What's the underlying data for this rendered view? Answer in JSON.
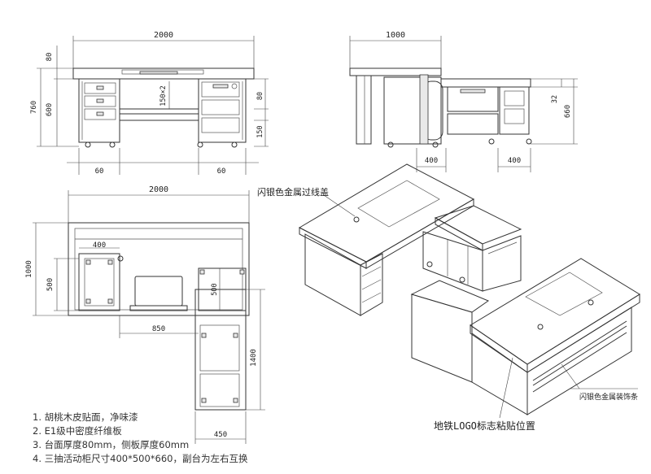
{
  "dimensions": {
    "front_width": "2000",
    "front_height_total": "760",
    "front_top_thickness": "80",
    "front_body": "600",
    "front_drawer": "150×2",
    "front_right_80": "80",
    "front_right_150": "150",
    "front_leg_left": "60",
    "front_leg_right": "60",
    "side_width": "1000",
    "side_32": "32",
    "side_660": "660",
    "side_400a": "400",
    "side_400b": "400",
    "plan_width": "2000",
    "plan_depth": "1000",
    "plan_400": "400",
    "plan_500": "500",
    "plan_500b": "500",
    "plan_850": "850",
    "plan_1400": "1400",
    "plan_450": "450"
  },
  "callouts": {
    "cable_cover": "闪银色金属过线盖",
    "decor_strip": "闪银色金属装饰条",
    "logo_position": "地铁LOGO标志粘贴位置"
  },
  "notes": [
    "1. 胡桃木皮贴面，净味漆",
    "2. E1级中密度纤维板",
    "3. 台面厚度80mm，侧板厚度60mm",
    "4. 三抽活动柜尺寸400*500*660，副台为左右互换"
  ]
}
